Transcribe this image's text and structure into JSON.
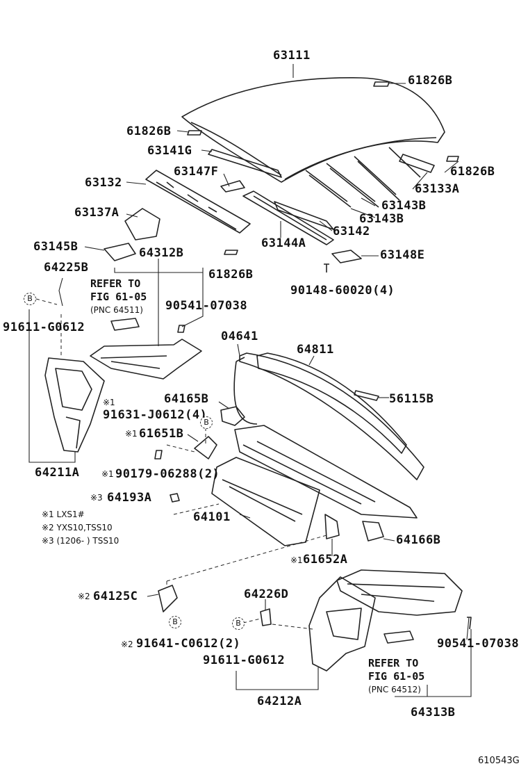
{
  "parts": {
    "p63111": "63111",
    "p61826b_top": "61826B",
    "p61826b_left": "61826B",
    "p61826b_right": "61826B",
    "p61826b_mid": "61826B",
    "p63141g": "63141G",
    "p63147f": "63147F",
    "p63132": "63132",
    "p63133a": "63133A",
    "p63137a": "63137A",
    "p63143b_1": "63143B",
    "p63143b_2": "63143B",
    "p63142": "63142",
    "p63144a": "63144A",
    "p63145b": "63145B",
    "p64312b": "64312B",
    "p63148e": "63148E",
    "p64225b": "64225B",
    "p90148": "90148-60020(4)",
    "p90541_top": "90541-07038",
    "p91611_top": "91611-G0612",
    "p04641": "04641",
    "p64811": "64811",
    "p64165b": "64165B",
    "p56115b": "56115B",
    "p91631": "91631-J0612(4)",
    "p61651b": "61651B",
    "p64211a": "64211A",
    "p90179": "90179-06288(2)",
    "p64193a": "64193A",
    "p64101": "64101",
    "p64166b": "64166B",
    "p61652a": "61652A",
    "p64125c": "64125C",
    "p64226d": "64226D",
    "p90541_bot": "90541-07038",
    "p91641": "91641-C0612(2)",
    "p91611_bot": "91611-G0612",
    "p64212a": "64212A",
    "p64313b": "64313B"
  },
  "refs": {
    "top": {
      "line1": "REFER TO",
      "line2": "FIG 61-05",
      "pnc": "(PNC 64511)"
    },
    "bottom": {
      "line1": "REFER TO",
      "line2": "FIG 61-05",
      "pnc": "(PNC 64512)"
    }
  },
  "marks": {
    "m1": "※1",
    "m1b": "※1",
    "m1c": "※1",
    "m1d": "※1",
    "m2": "※2",
    "m2b": "※2",
    "m3": "※3"
  },
  "legend": {
    "l1": "※1 LXS1#",
    "l2": "※2 YXS10,TSS10",
    "l3": "※3 (1206-      ) TSS10"
  },
  "callouts": {
    "b1": "B",
    "b2": "B",
    "b3": "B",
    "b4": "B"
  },
  "figure_id": "610543G",
  "colors": {
    "ink": "#111111",
    "paper": "#ffffff"
  }
}
